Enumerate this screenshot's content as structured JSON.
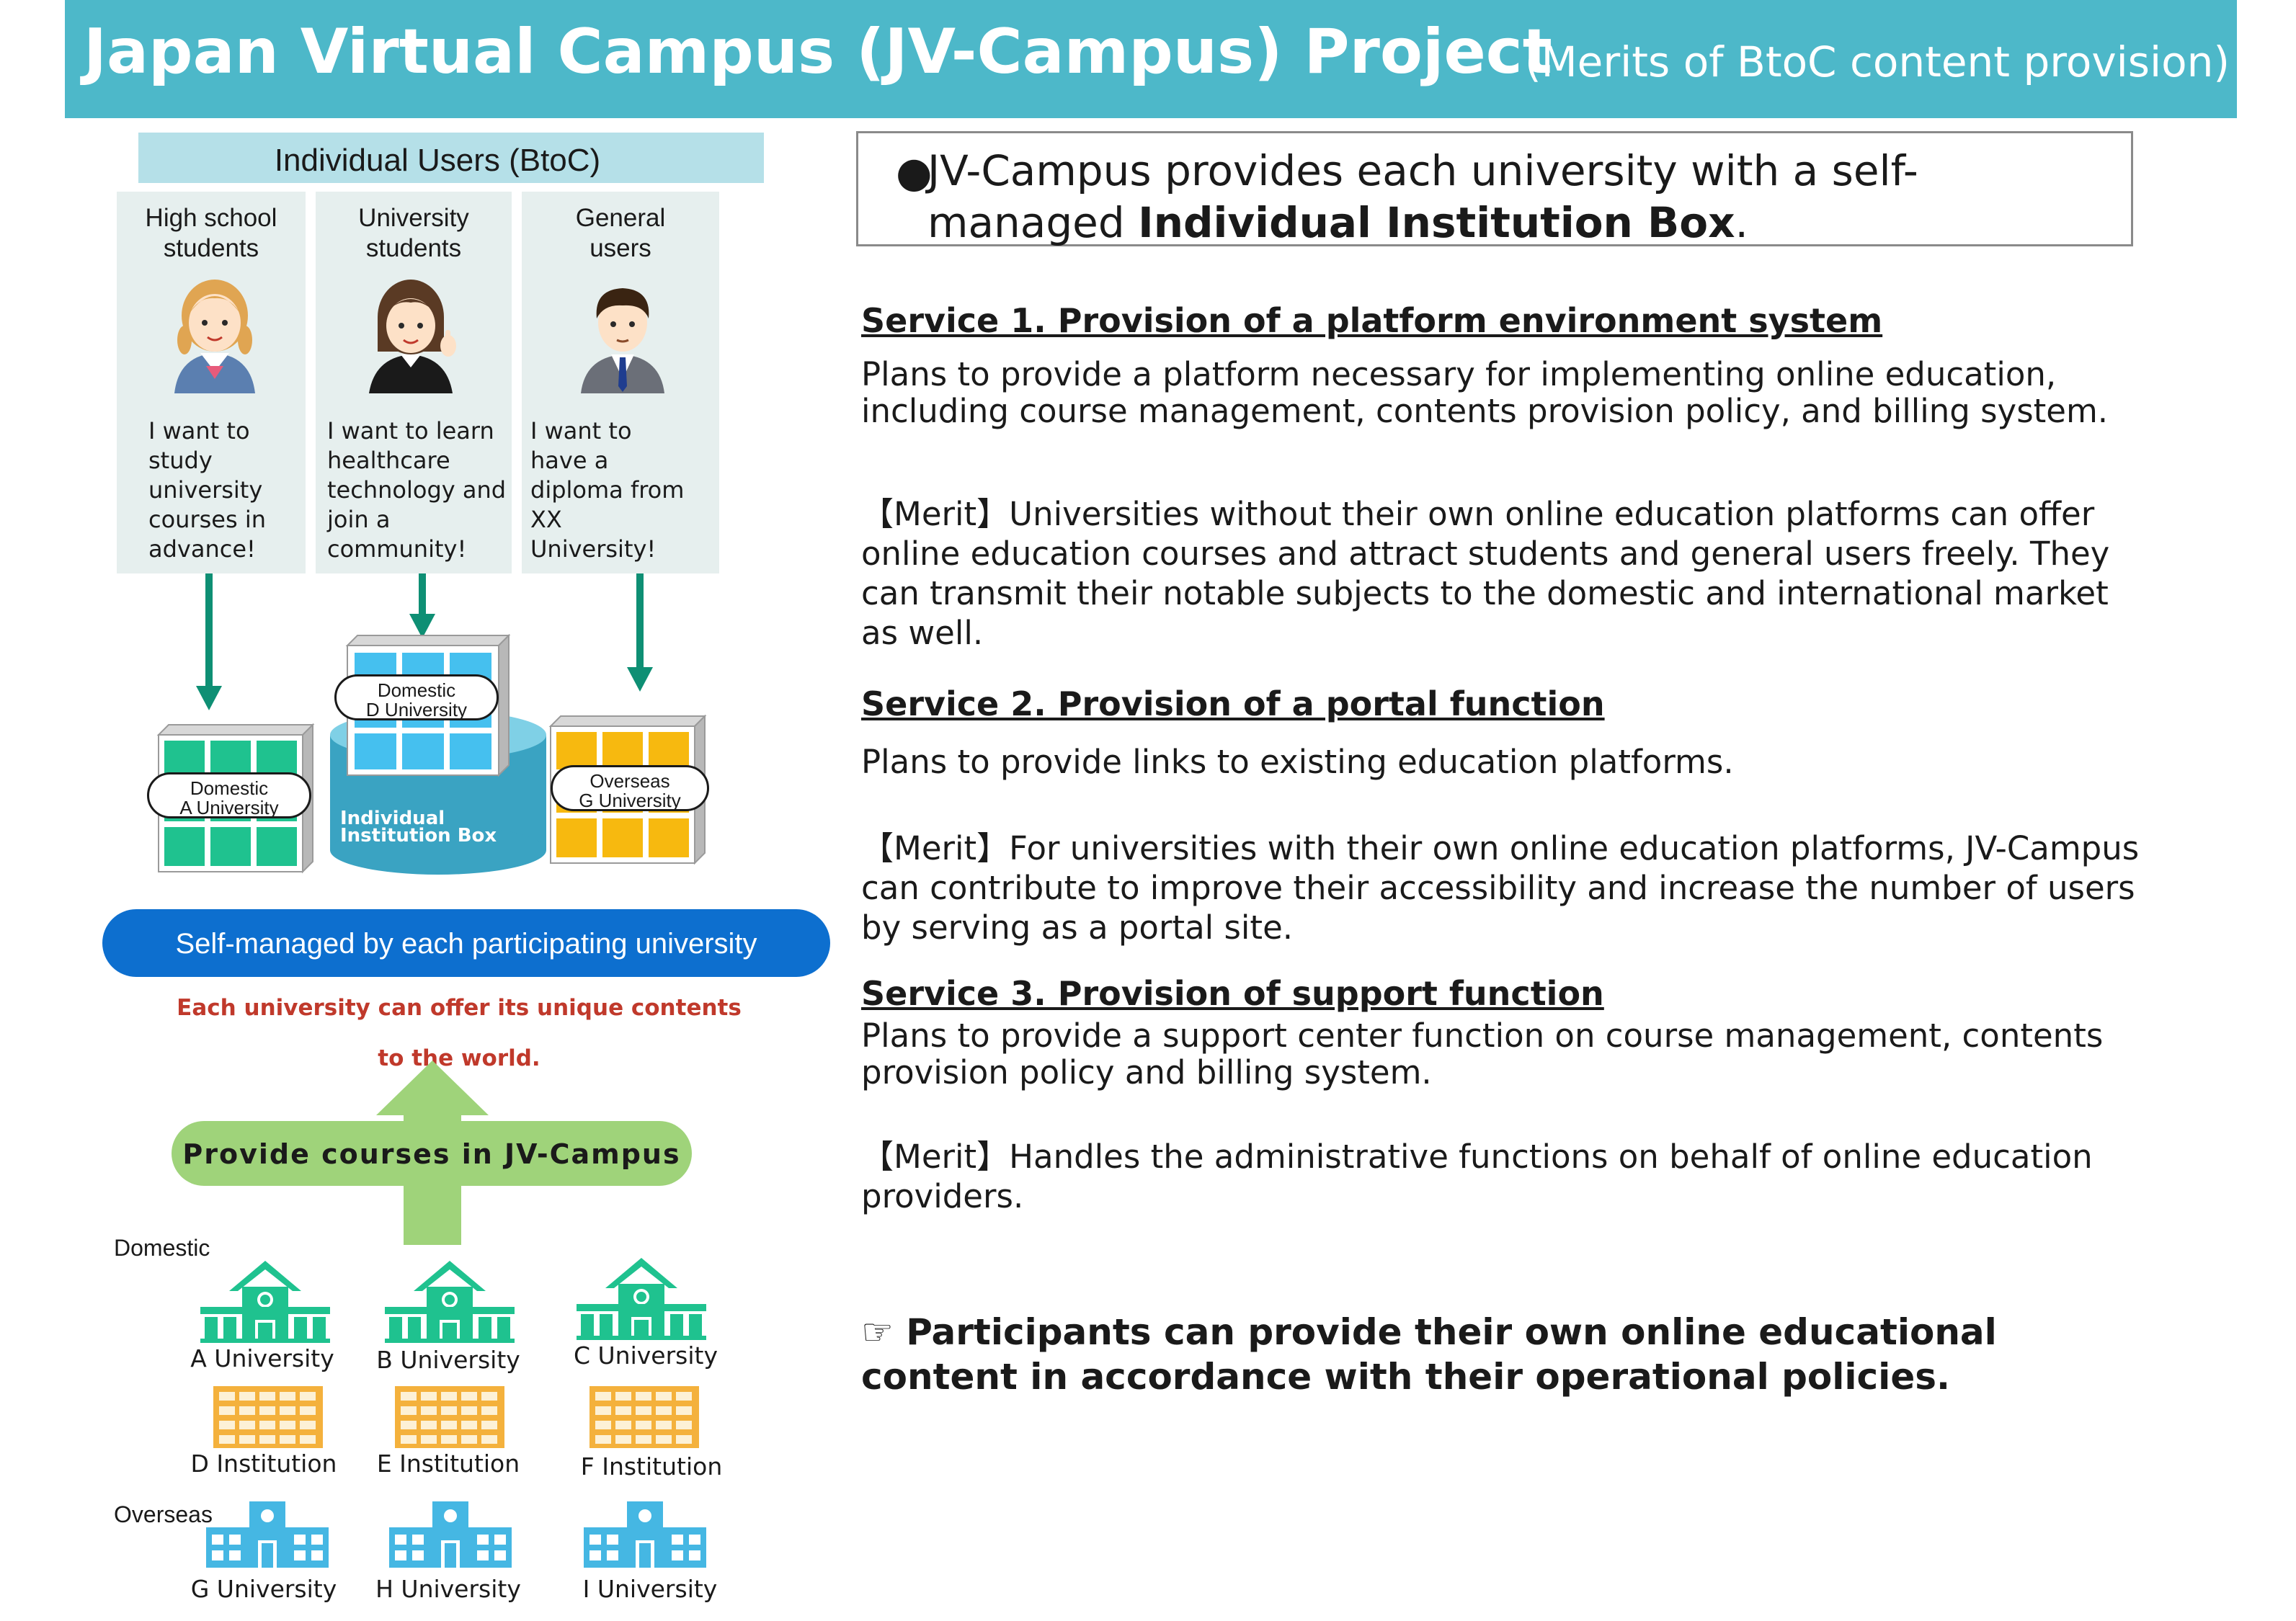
{
  "header": {
    "title": "Japan Virtual Campus (JV-Campus) Project",
    "subtitle": "(Merits of BtoC content provision)"
  },
  "diagram": {
    "btoc_label": "Individual Users (BtoC)",
    "users": [
      {
        "title": "High school\nstudents",
        "quote": "I want to\nstudy\nuniversity\ncourses in\nadvance!"
      },
      {
        "title": "University\nstudents",
        "quote": "I want to learn\nhealthcare\ntechnology and\njoin a\ncommunity!"
      },
      {
        "title": "General\nusers",
        "quote": "I want to\nhave a\ndiploma from\nXX\nUniversity!"
      }
    ],
    "buildings": [
      {
        "label": "Domestic\nA University",
        "color": "#1fc28f"
      },
      {
        "label": "Domestic\nD University",
        "color": "#45c0ef"
      },
      {
        "label": "Overseas\nG University",
        "color": "#f7b90f"
      }
    ],
    "box_label": "Individual\n    Institution Box",
    "self_managed": "Self-managed by each participating university",
    "unique_contents": "Each university can offer its unique contents\nto the world.",
    "provide_courses": "Provide courses in JV-Campus",
    "domestic_label": "Domestic",
    "overseas_label": "Overseas",
    "institutions": [
      {
        "label": "A University",
        "kind": "school-icon",
        "color": "#1fc28f"
      },
      {
        "label": "B University",
        "kind": "school-icon",
        "color": "#1fc28f"
      },
      {
        "label": "C University",
        "kind": "school-icon",
        "color": "#1fc28f"
      },
      {
        "label": "D Institution",
        "kind": "office-icon",
        "color": "#f4b13c"
      },
      {
        "label": "E Institution",
        "kind": "office-icon",
        "color": "#f4b13c"
      },
      {
        "label": "F Institution",
        "kind": "office-icon",
        "color": "#f4b13c"
      },
      {
        "label": "G University",
        "kind": "campus-icon",
        "color": "#45b7e3"
      },
      {
        "label": "H University",
        "kind": "campus-icon",
        "color": "#45b7e3"
      },
      {
        "label": "I University",
        "kind": "campus-icon",
        "color": "#45b7e3"
      }
    ]
  },
  "intro": {
    "bullet": "●",
    "text_before": "JV-Campus provides each university with a self-managed ",
    "text_bold": "Individual Institution Box",
    "text_after": "."
  },
  "services": [
    {
      "heading": "Service 1.  Provision of a platform environment system",
      "body": "Plans to provide a platform necessary for implementing online education, including course management, contents provision policy, and billing system.",
      "merit": "【Merit】Universities without their own online education platforms can offer online education courses and attract students and general users freely. They can transmit their notable subjects to the domestic and international market as well."
    },
    {
      "heading": "Service 2. Provision of a portal function",
      "body": "Plans to provide links to existing education platforms.",
      "merit": "【Merit】For universities with their own online  education platforms, JV-Campus can contribute to improve their accessibility and increase  the number of users by serving as a portal site."
    },
    {
      "heading": "Service 3. Provision of support function",
      "body": "Plans to provide a support center function on course management, contents provision policy and billing system.",
      "merit": "【Merit】Handles the administrative functions on behalf of online education providers."
    }
  ],
  "conclusion": "☞  Participants can provide their own online educational content in accordance with their operational policies.",
  "colors": {
    "header": "#4db8c9",
    "btoc_band": "#b5e0e8",
    "card": "#e6efee",
    "arrow": "#0e8f74",
    "self_managed": "#0d6fcf",
    "unique_text": "#c0392b",
    "provide": "#9fd37a"
  }
}
